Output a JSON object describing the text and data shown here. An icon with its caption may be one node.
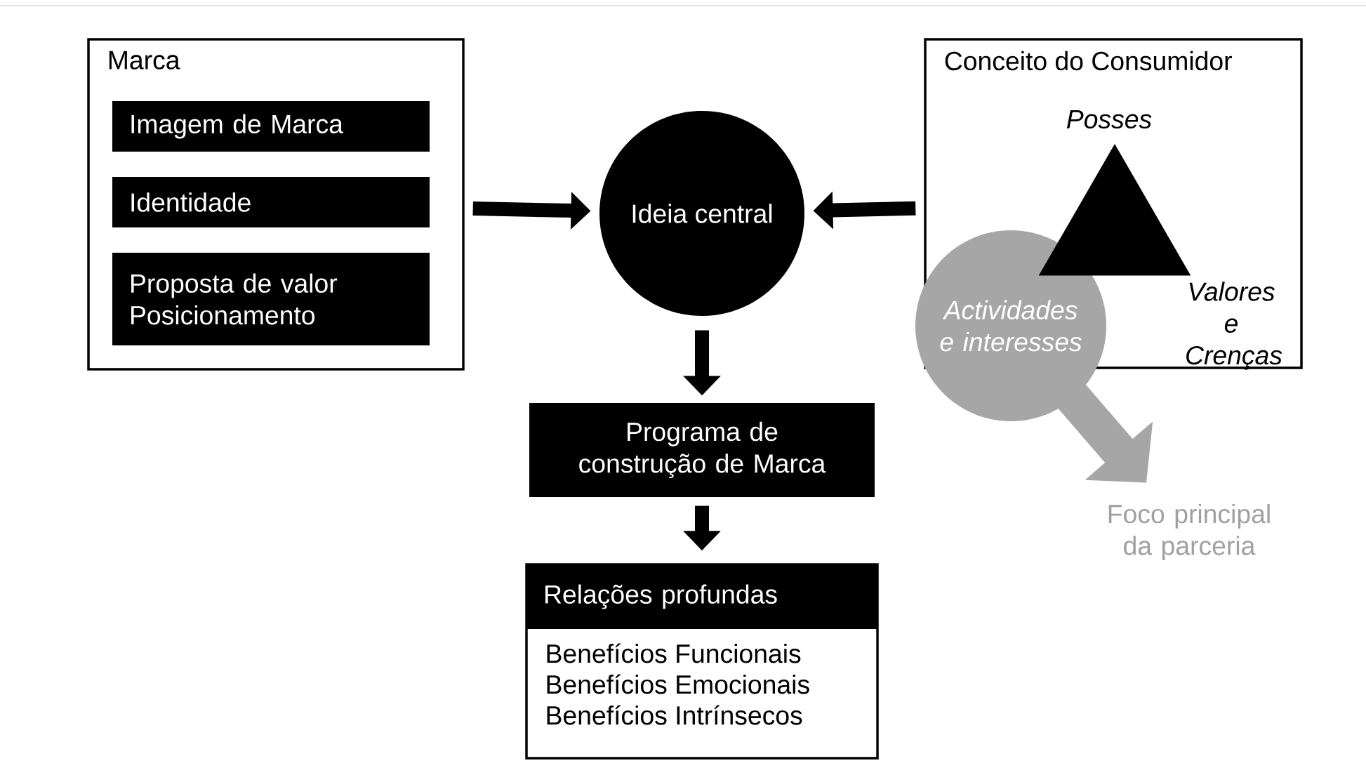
{
  "diagram": {
    "nodes": [
      {
        "text": [
          "Marca"
        ]
      },
      {
        "text": [
          "Imagem de Marca"
        ],
        "in": 0
      },
      {
        "text": [
          "Identidade"
        ],
        "in": 0
      },
      {
        "text": [
          "Proposta de valor Posicionamento"
        ],
        "in": 0
      },
      {
        "text": [
          "Ideia central"
        ]
      },
      {
        "text": [
          "Conceito do Consumidor"
        ]
      },
      {
        "text": [],
        "shape": "triangle",
        "in": 5,
        "beside": [
          "Posses",
          "Valores e Crenças"
        ]
      },
      {
        "text": [
          "Actividades e interesses"
        ]
      },
      {
        "text": [
          "Foco principal da parceria"
        ]
      },
      {
        "text": [
          "Programa de construção de Marca"
        ]
      },
      {
        "text": [
          "Relações profundas",
          "Benefícios Funcionais",
          "Benefícios Emocionais",
          "Benefícios Intrínsecos"
        ]
      }
    ],
    "edges": [
      {
        "from": 0,
        "to": 4,
        "arrow": "to"
      },
      {
        "from": 5,
        "to": 4,
        "arrow": "to"
      },
      {
        "from": 4,
        "to": 9,
        "arrow": "to"
      },
      {
        "from": 9,
        "to": 10,
        "arrow": "to"
      },
      {
        "from": 7,
        "to": 8,
        "arrow": "to",
        "style": "thick",
        "color": "#a6a6a6"
      }
    ]
  }
}
